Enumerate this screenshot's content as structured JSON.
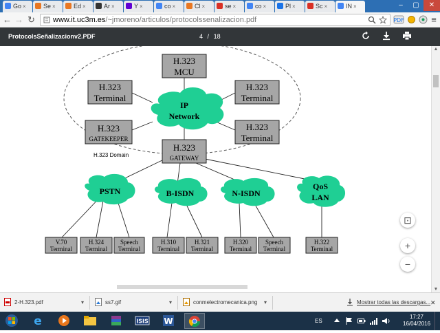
{
  "browser": {
    "tabs": [
      {
        "label": "Go",
        "color": "#4285f4",
        "active": false
      },
      {
        "label": "Se",
        "color": "#e87722",
        "active": false
      },
      {
        "label": "Ed",
        "color": "#e87722",
        "active": false
      },
      {
        "label": "Ar",
        "color": "#333333",
        "active": false
      },
      {
        "label": "Y",
        "color": "#6001d2",
        "active": false
      },
      {
        "label": "co",
        "color": "#4285f4",
        "active": false
      },
      {
        "label": "Cl",
        "color": "#e87722",
        "active": false
      },
      {
        "label": "se",
        "color": "#d93025",
        "active": false
      },
      {
        "label": "co",
        "color": "#4285f4",
        "active": false
      },
      {
        "label": "Pl",
        "color": "#1a73e8",
        "active": false
      },
      {
        "label": "Sc",
        "color": "#d93025",
        "active": false
      },
      {
        "label": "IN",
        "color": "#4285f4",
        "active": true
      }
    ],
    "url_host": "www.it.uc3m.es",
    "url_path": "/~jmoreno/articulos/protocolssenalizacion.pdf",
    "minimize_label": "–",
    "maximize_label": "▢",
    "close_label": "✕",
    "back_label": "←",
    "forward_label": "→",
    "reload_label": "↻",
    "menu_label": "≡",
    "tab_close_label": "×"
  },
  "pdf": {
    "title": "ProtocolsSeñalizacionv2.PDF",
    "page_current": "4",
    "page_separator": "/",
    "page_total": "18",
    "zoom_fit_label": "⊡",
    "zoom_in_label": "+",
    "zoom_out_label": "−"
  },
  "diagram": {
    "domain_label": "H.323 Domain",
    "nodes": {
      "mcu": [
        "H.323",
        "MCU"
      ],
      "terminal_left": [
        "H.323",
        "Terminal"
      ],
      "terminal_right_top": [
        "H.323",
        "Terminal"
      ],
      "terminal_right_bottom": [
        "H.323",
        "Terminal"
      ],
      "gatekeeper": [
        "H.323",
        "GATEKEEPER"
      ],
      "gateway": [
        "H.323",
        "GATEWAY"
      ]
    },
    "clouds": {
      "ip": [
        "IP",
        "Network"
      ],
      "pstn": [
        "PSTN"
      ],
      "bisdn": [
        "B-ISDN"
      ],
      "nisdn": [
        "N-ISDN"
      ],
      "qos": [
        "QoS",
        "LAN"
      ]
    },
    "leaf_terminals": [
      [
        "V.70",
        "Terminal"
      ],
      [
        "H.324",
        "Terminal"
      ],
      [
        "Speech",
        "Terminal"
      ],
      [
        "H.310",
        "Terminal"
      ],
      [
        "H.321",
        "Terminal"
      ],
      [
        "H.320",
        "Terminal"
      ],
      [
        "Speech",
        "Terminal"
      ],
      [
        "H.322",
        "Terminal"
      ]
    ],
    "colors": {
      "box_fill": "#a6a6a6",
      "cloud_fill": "#1fcf94"
    }
  },
  "downloads": {
    "items": [
      {
        "name": "2-H.323.pdf",
        "icon": "pdf-file-icon"
      },
      {
        "name": "ss7.gif",
        "icon": "image-file-icon"
      },
      {
        "name": "conmelectromecanica.png",
        "icon": "image-file-icon"
      }
    ],
    "show_all": "Mostrar todas las descargas...",
    "close_label": "✕",
    "chevron_label": "▾"
  },
  "taskbar": {
    "language": "ES",
    "time": "17:27",
    "date": "16/04/2016",
    "apps": [
      {
        "name": "start-button",
        "glyph": "⊞"
      },
      {
        "name": "internet-explorer",
        "glyph": "e"
      },
      {
        "name": "media-player",
        "glyph": "▶"
      },
      {
        "name": "file-explorer",
        "glyph": "▤"
      },
      {
        "name": "winrar",
        "glyph": "▥"
      },
      {
        "name": "isis",
        "glyph": "ISIS"
      },
      {
        "name": "word",
        "glyph": "W"
      },
      {
        "name": "chrome",
        "glyph": "◉"
      }
    ]
  }
}
